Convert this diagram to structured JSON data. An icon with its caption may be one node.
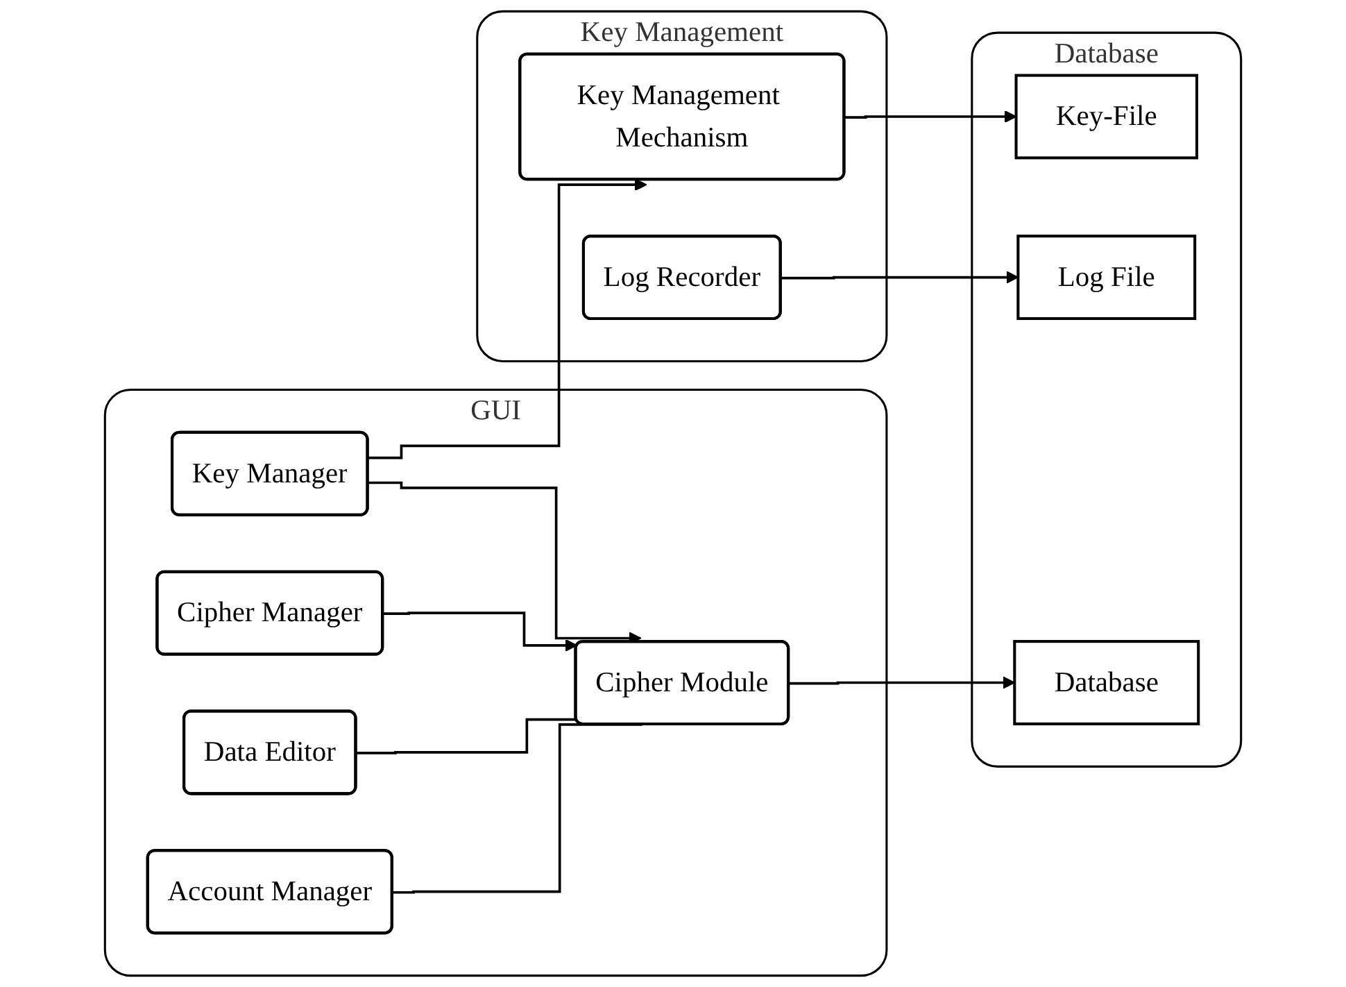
{
  "diagram": {
    "nodes": [
      {
        "text": [
          "GUI"
        ]
      },
      {
        "text": [
          "Cipher Manager"
        ],
        "in": 0
      },
      {
        "text": [
          "Key Manager"
        ],
        "in": 0
      },
      {
        "text": [
          "Data Editor"
        ],
        "in": 0
      },
      {
        "text": [
          "Account Manager"
        ],
        "in": 0
      },
      {
        "text": [
          "Cipher Module"
        ],
        "in": 0
      },
      {
        "text": [
          "Key Management"
        ]
      },
      {
        "text": [
          "Key Management Mechanism"
        ],
        "in": 6
      },
      {
        "text": [
          "Log Recorder"
        ],
        "in": 6
      },
      {
        "text": [
          "Database"
        ]
      },
      {
        "text": [
          "Key-File"
        ],
        "in": 9
      },
      {
        "text": [
          "Log File"
        ],
        "in": 9
      },
      {
        "text": [
          "Database"
        ],
        "in": 9
      }
    ],
    "edges": [
      {
        "from": 1,
        "to": 5,
        "arrow": "to"
      },
      {
        "from": 2,
        "to": 5,
        "arrow": "to"
      },
      {
        "from": 2,
        "to": 7,
        "arrow": "to"
      },
      {
        "from": 3,
        "to": 5,
        "arrow": "none"
      },
      {
        "from": 4,
        "to": 5,
        "arrow": "none"
      },
      {
        "from": 7,
        "to": 10,
        "arrow": "to"
      },
      {
        "from": 8,
        "to": 11,
        "arrow": "to"
      },
      {
        "from": 5,
        "to": 12,
        "arrow": "to"
      }
    ]
  }
}
